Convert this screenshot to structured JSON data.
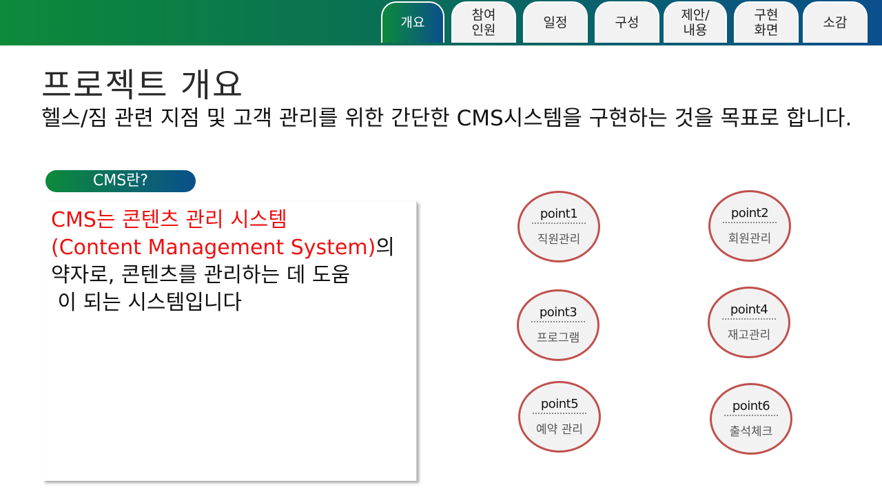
{
  "nav": {
    "tabs": [
      {
        "label": "개요",
        "active": true
      },
      {
        "label": "참여\n인원",
        "active": false
      },
      {
        "label": "일정",
        "active": false
      },
      {
        "label": "구성",
        "active": false
      },
      {
        "label": "제안/\n내용",
        "active": false
      },
      {
        "label": "구현\n화면",
        "active": false
      },
      {
        "label": "소감",
        "active": false
      }
    ]
  },
  "page": {
    "title": "프로젝트 개요",
    "subtitle": "헬스/짐 관련 지점 및 고객 관리를 위한 간단한 CMS시스템을 구현하는 것을 목표로 합니다."
  },
  "cms": {
    "pill_label": "CMS란?",
    "line1": "CMS는 콘텐츠 관리 시스템",
    "line2_red": "(Content Management System)",
    "line2_black": "의",
    "line3": "약자로, 콘텐츠를 관리하는 데 도움",
    "line4": " 이 되는 시스템입니다"
  },
  "points": [
    {
      "name": "point1",
      "desc": "직원관리"
    },
    {
      "name": "point2",
      "desc": "회원관리"
    },
    {
      "name": "point3",
      "desc": "프로그램"
    },
    {
      "name": "point4",
      "desc": "재고관리"
    },
    {
      "name": "point5",
      "desc": "예약 관리"
    },
    {
      "name": "point6",
      "desc": "출석체크"
    }
  ],
  "colors": {
    "accent_green": "#0d8a3a",
    "accent_blue": "#0a4f8c",
    "highlight_red": "#ee1111",
    "circle_border": "#c0504d"
  }
}
